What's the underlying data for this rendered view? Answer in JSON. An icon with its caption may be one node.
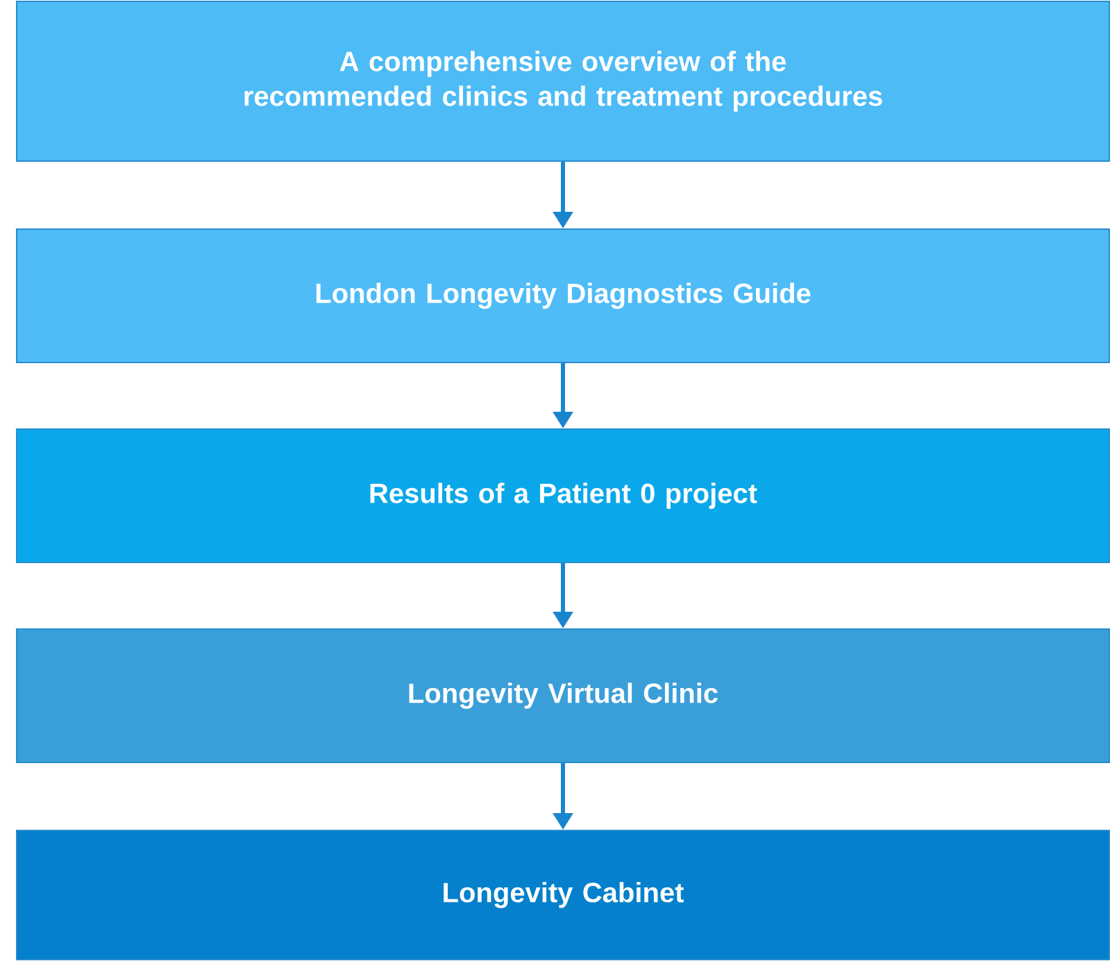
{
  "diagram": {
    "nodes": [
      {
        "text": [
          "A comprehensive overview of the recommended clinics and treatment procedures"
        ]
      },
      {
        "text": [
          "London Longevity Diagnostics Guide"
        ]
      },
      {
        "text": [
          "Results of a Patient 0 project"
        ]
      },
      {
        "text": [
          "Longevity Virtual Clinic"
        ]
      },
      {
        "text": [
          "Longevity Cabinet"
        ]
      }
    ],
    "edges": [
      {
        "from": 0,
        "to": 1,
        "arrow": "to"
      },
      {
        "from": 1,
        "to": 2,
        "arrow": "to"
      },
      {
        "from": 2,
        "to": 3,
        "arrow": "to"
      },
      {
        "from": 3,
        "to": 4,
        "arrow": "to"
      }
    ]
  }
}
